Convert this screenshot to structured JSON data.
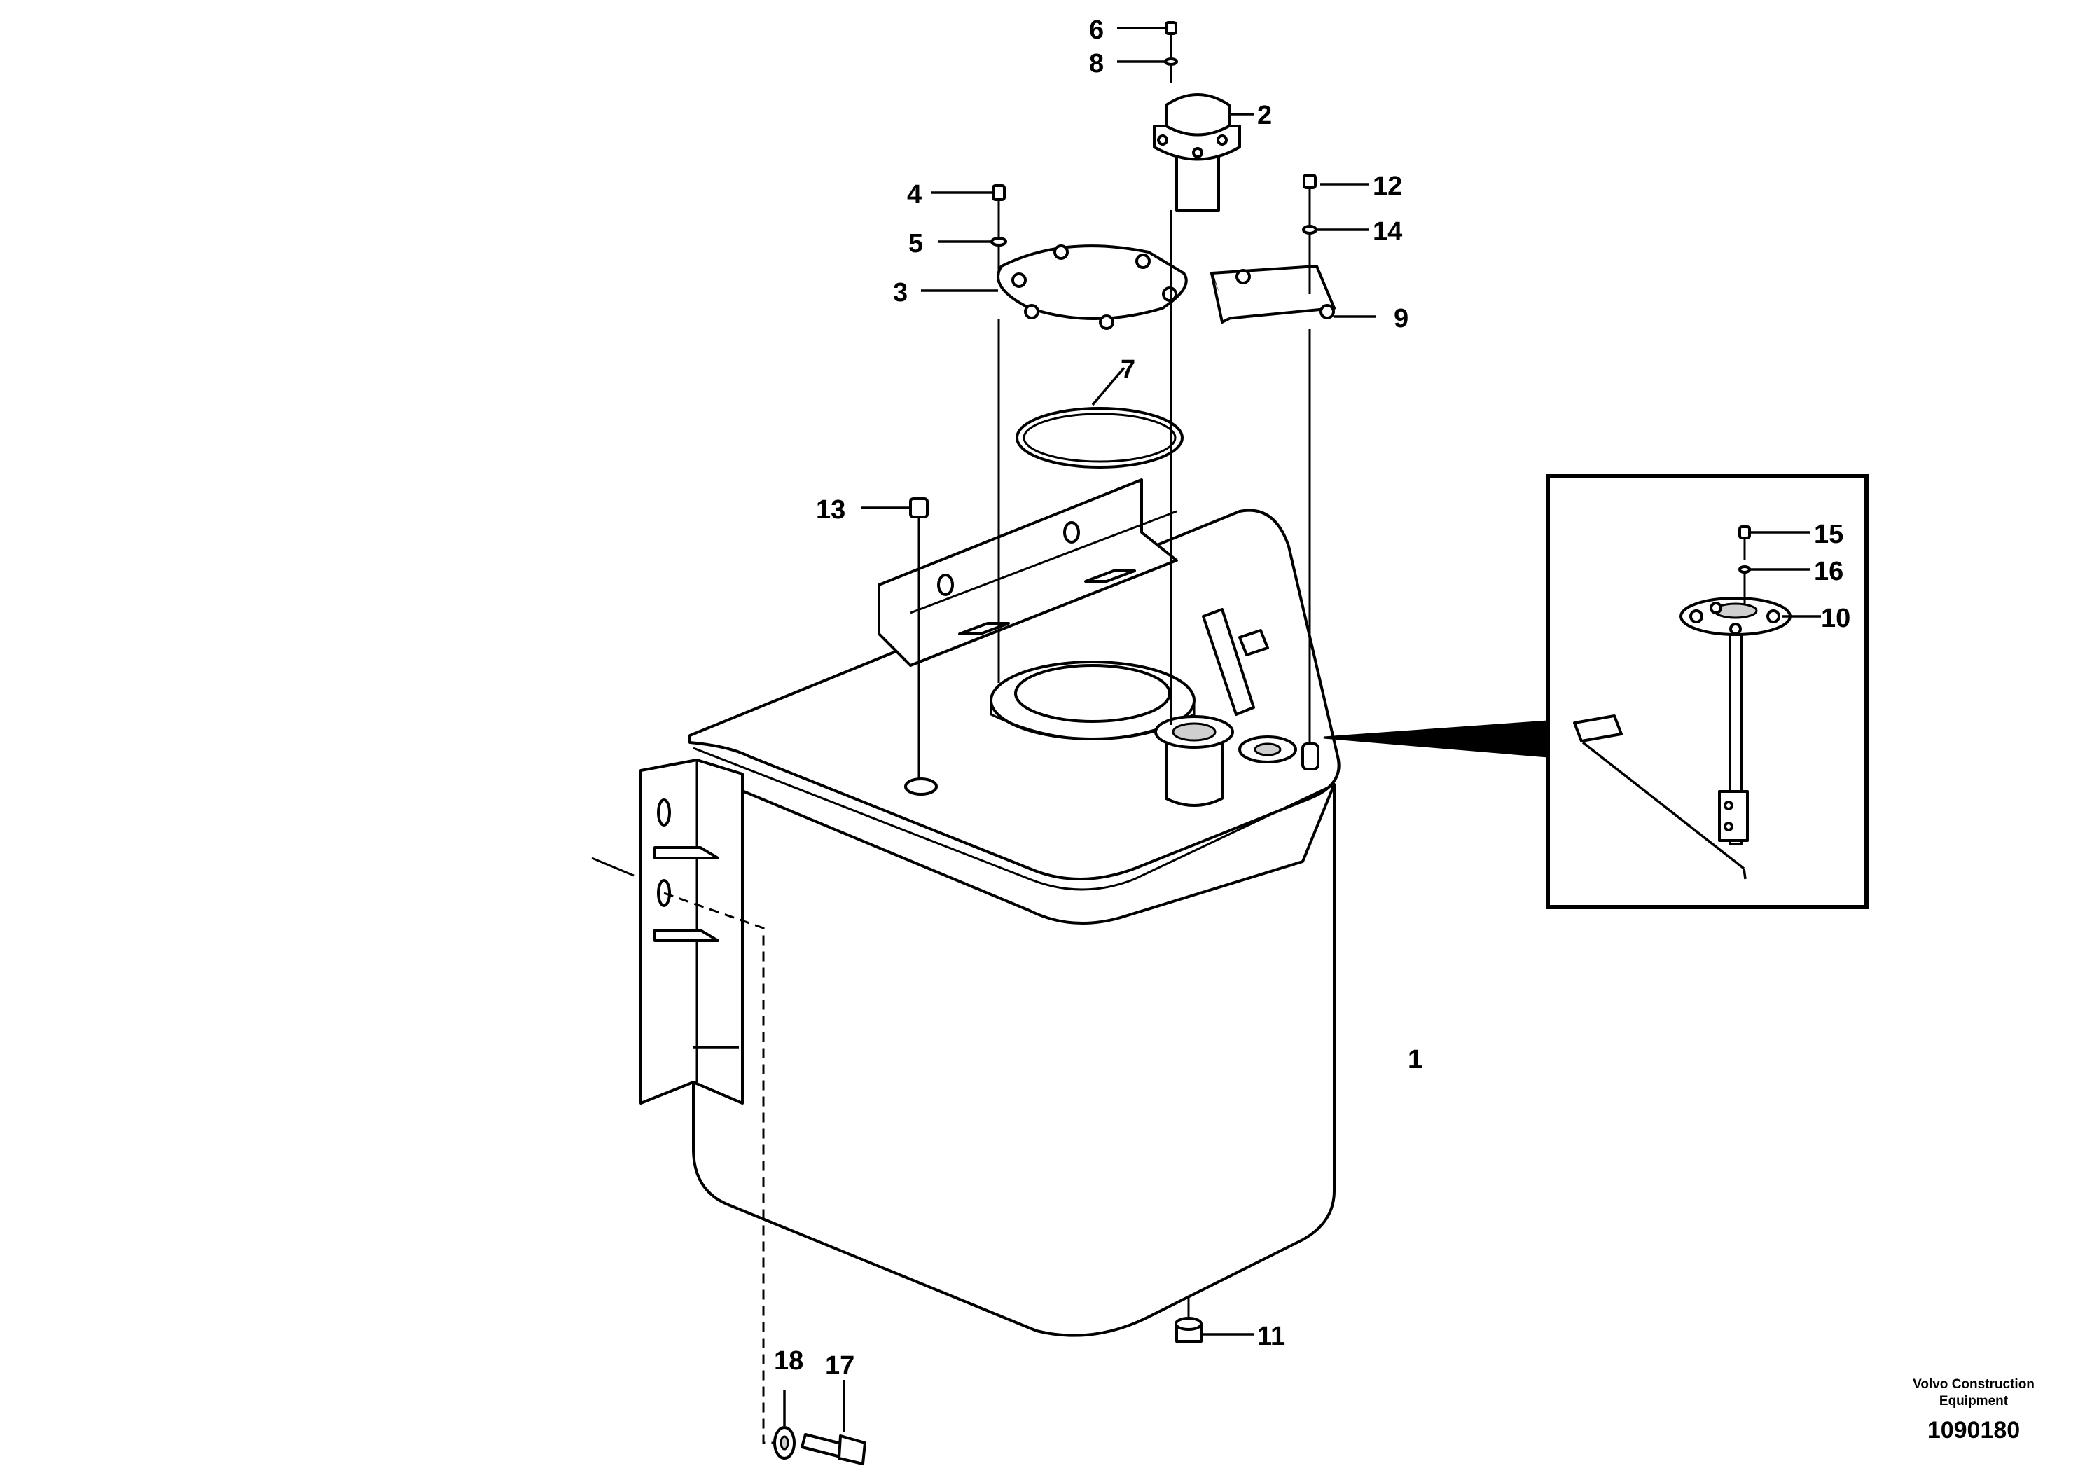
{
  "callouts": {
    "c1": "1",
    "c2": "2",
    "c3": "3",
    "c4": "4",
    "c5": "5",
    "c6": "6",
    "c7": "7",
    "c8": "8",
    "c9": "9",
    "c10": "10",
    "c11": "11",
    "c12": "12",
    "c13": "13",
    "c14": "14",
    "c15": "15",
    "c16": "16",
    "c17": "17",
    "c18": "18"
  },
  "footer": {
    "brand_line1": "Volvo Construction",
    "brand_line2": "Equipment",
    "doc_number": "1090180"
  }
}
